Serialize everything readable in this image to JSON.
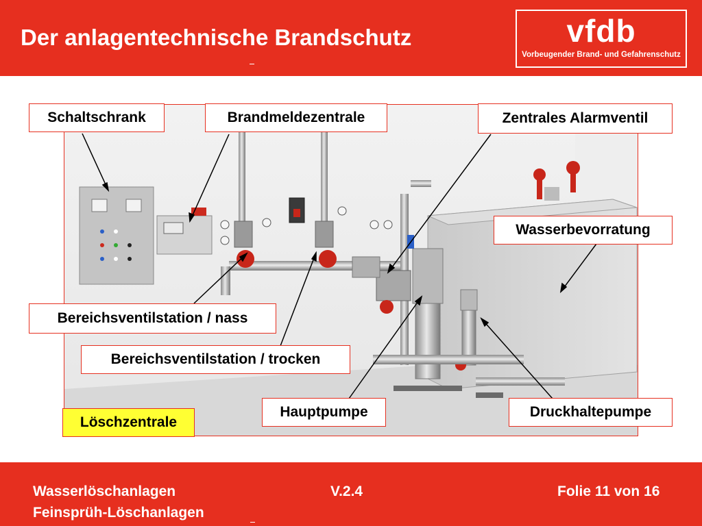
{
  "header": {
    "title": "Der anlagentechnische Brandschutz",
    "logo_word": "vfdb",
    "logo_subtitle": "Vorbeugender Brand- und Gefahrenschutz"
  },
  "callouts": {
    "schaltschrank": "Schaltschrank",
    "brandmeldezentrale": "Brandmeldezentrale",
    "alarmventil": "Zentrales Alarmventil",
    "wasserbevorratung": "Wasserbevorratung",
    "bvs_nass": "Bereichsventilstation / nass",
    "bvs_trocken": "Bereichsventilstation / trocken",
    "hauptpumpe": "Hauptpumpe",
    "druckhaltepumpe": "Druckhaltepumpe",
    "loeschzentrale": "Löschzentrale"
  },
  "footer": {
    "line1": "Wasserlöschanlagen",
    "line2": "Feinsprüh-Löschanlagen",
    "version": "V.2.4",
    "slide": "Folie 11 von 16"
  },
  "colors": {
    "brand_red": "#e62f1f",
    "highlight_yellow": "#ffff33"
  }
}
